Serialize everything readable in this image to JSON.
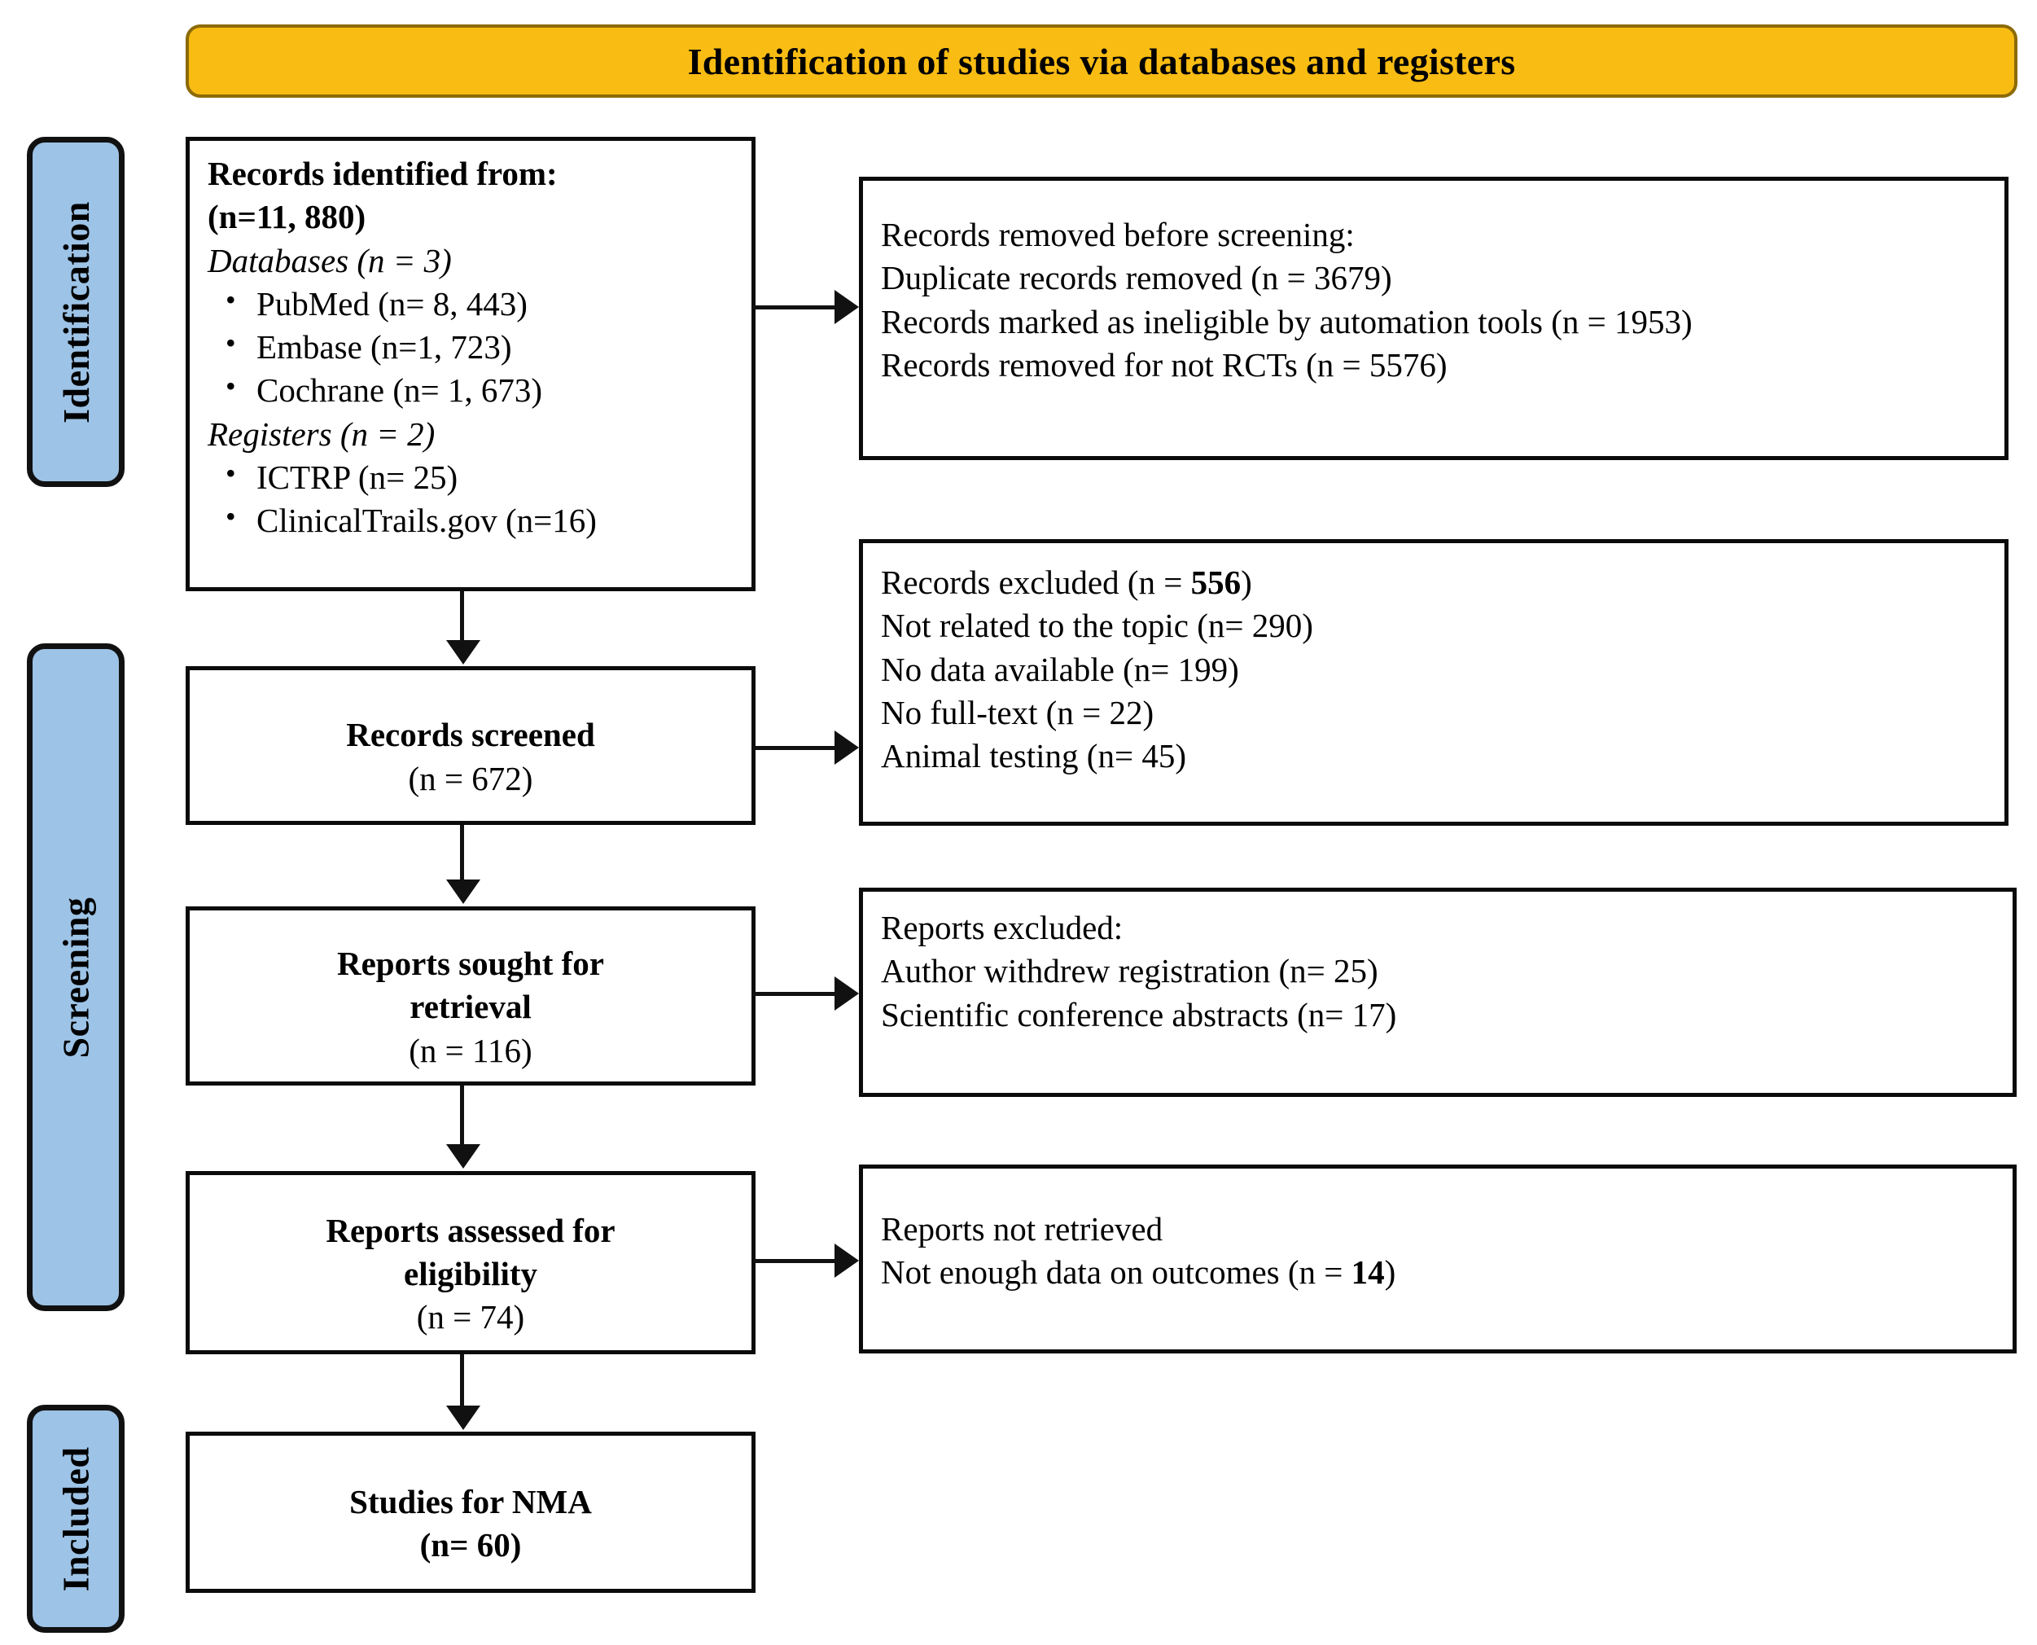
{
  "banner": {
    "title": "Identification of studies via databases and registers",
    "fill_color": "#F9BC13",
    "border_color": "#8C6A08"
  },
  "phases": {
    "fill_color": "#9DC3E6",
    "items": [
      {
        "label": "Identification"
      },
      {
        "label": "Screening"
      },
      {
        "label": "Included"
      }
    ]
  },
  "identified": {
    "heading": "Records identified  from:",
    "total": "(n=11, 880)",
    "databases_label": "Databases (n = 3)",
    "databases": [
      "PubMed (n= 8, 443)",
      "Embase (n=1, 723)",
      "Cochrane (n= 1, 673)"
    ],
    "registers_label": "Registers (n = 2)",
    "registers": [
      "ICTRP (n= 25)",
      "ClinicalTrails.gov (n=16)"
    ]
  },
  "removed_before_screening": {
    "heading": "Records removed before screening:",
    "lines": [
      "Duplicate records removed  (n = 3679)",
      "Records marked as ineligible by automation tools (n = 1953)",
      "Records removed for not RCTs (n = 5576)"
    ]
  },
  "screened": {
    "title": "Records screened",
    "count": "(n = 672)"
  },
  "records_excluded": {
    "heading_prefix": "Records excluded  (n = ",
    "heading_count": "556",
    "heading_suffix": ")",
    "lines": [
      "Not related to the topic (n= 290)",
      "No data available (n= 199)",
      "No full-text (n = 22)",
      "Animal testing (n= 45)"
    ]
  },
  "sought": {
    "title_line1": "Reports sought for",
    "title_line2": "retrieval",
    "count": "(n = 116)"
  },
  "reports_excluded": {
    "heading": "Reports excluded:",
    "lines": [
      "Author withdrew registration (n= 25)",
      "Scientific conference abstracts (n= 17)"
    ]
  },
  "assessed": {
    "title_line1": "Reports assessed for",
    "title_line2": "eligibility",
    "count": "(n = 74)"
  },
  "not_retrieved": {
    "heading": "Reports not retrieved",
    "line_prefix": "Not enough data on outcomes  (n = ",
    "line_count": "14",
    "line_suffix": ")"
  },
  "included": {
    "title": "Studies  for NMA",
    "count": "(n= 60)"
  }
}
